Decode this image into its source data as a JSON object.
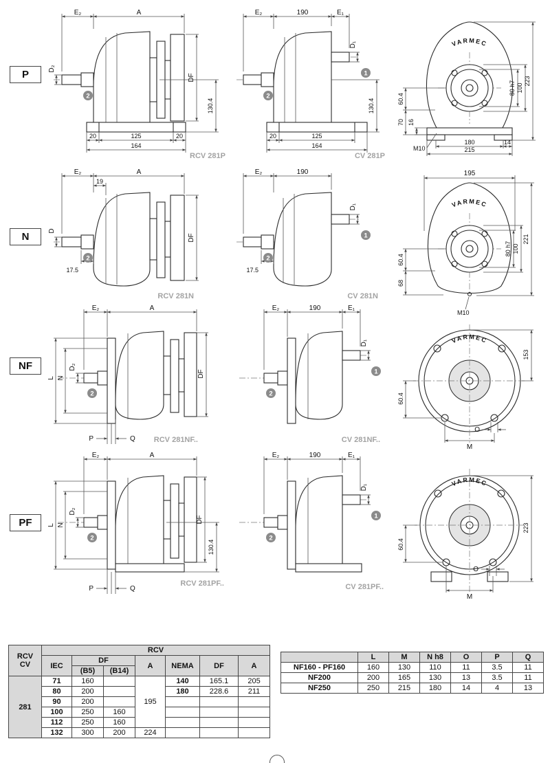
{
  "brand": "VARMEC",
  "rows": [
    {
      "label": "P",
      "rcv": {
        "e2": "E₂",
        "a": "A",
        "df": "DF",
        "h": "130.4",
        "d": "D₂",
        "m2": "2",
        "b1": "20",
        "b2": "125",
        "b3": "20",
        "b4": "164",
        "caption": "RCV 281P"
      },
      "cv": {
        "e2": "E₂",
        "mid": "190",
        "e1": "E₁",
        "d1": "D₁",
        "m1": "1",
        "m2": "2",
        "h": "130.4",
        "b1": "20",
        "b2": "125",
        "b4": "164",
        "caption": "CV 281P"
      },
      "front": {
        "right": "223",
        "l1": "60.4",
        "l2": "70",
        "s1": "80 h7",
        "s2": "100",
        "t16": "16",
        "m10": "M10",
        "b180": "180",
        "b14": "14",
        "b215": "215"
      }
    },
    {
      "label": "N",
      "rcv": {
        "e2": "E₂",
        "a": "A",
        "n19": "19",
        "df": "DF",
        "d": "D",
        "m2": "2",
        "n175": "17.5",
        "caption": "RCV 281N"
      },
      "cv": {
        "e2": "E₂",
        "mid": "190",
        "d1": "D₁",
        "m1": "1",
        "m2": "2",
        "n175": "17.5",
        "caption": "CV 281N"
      },
      "front": {
        "top": "195",
        "right": "221",
        "l1": "60.4",
        "l2": "68",
        "s1": "80 h7",
        "s2": "100",
        "m10": "M10"
      }
    },
    {
      "label": "NF",
      "rcv": {
        "e2": "E₂",
        "a": "A",
        "df": "DF",
        "dimL": "L",
        "dimN": "N",
        "d": "D₂",
        "m2": "2",
        "dimP": "P",
        "dimQ": "Q",
        "caption": "RCV 281NF.."
      },
      "cv": {
        "e2": "E₂",
        "mid": "190",
        "e1": "E₁",
        "d1": "D₁",
        "m1": "1",
        "m2": "2",
        "caption": "CV 281NF.."
      },
      "front": {
        "right": "153",
        "l1": "60.4",
        "dimO": "O",
        "dimM": "M"
      }
    },
    {
      "label": "PF",
      "rcv": {
        "e2": "E₂",
        "a": "A",
        "df": "DF",
        "h": "130.4",
        "dimL": "L",
        "dimN": "N",
        "d": "D₂",
        "m2": "2",
        "dimP": "P",
        "dimQ": "Q",
        "caption": "RCV 281PF.."
      },
      "cv": {
        "e2": "E₂",
        "mid": "190",
        "e1": "E₁",
        "d1": "D₁",
        "m1": "1",
        "m2": "2",
        "caption": "CV 281PF.."
      },
      "front": {
        "right": "223",
        "l1": "60.4",
        "dimO": "O",
        "dimM": "M"
      }
    }
  ],
  "table_rcv": {
    "title": "RCV",
    "stub_line1": "RCV",
    "stub_line2": "CV",
    "h_iec": "IEC",
    "h_df": "DF",
    "h_b5": "(B5)",
    "h_b14": "(B14)",
    "h_a": "A",
    "h_nema": "NEMA",
    "h_df2": "DF",
    "h_a2": "A",
    "stub_body": "281",
    "a_merged": "195",
    "rows": [
      {
        "iec": "71",
        "b5": "160",
        "b14": "",
        "nema": "140",
        "df": "165.1",
        "a2": "205"
      },
      {
        "iec": "80",
        "b5": "200",
        "b14": "",
        "nema": "180",
        "df": "228.6",
        "a2": "211"
      },
      {
        "iec": "90",
        "b5": "200",
        "b14": "",
        "nema": "",
        "df": "",
        "a2": ""
      },
      {
        "iec": "100",
        "b5": "250",
        "b14": "160",
        "nema": "",
        "df": "",
        "a2": ""
      },
      {
        "iec": "112",
        "b5": "250",
        "b14": "160",
        "nema": "",
        "df": "",
        "a2": ""
      },
      {
        "iec": "132",
        "b5": "300",
        "b14": "200",
        "a": "224",
        "nema": "",
        "df": "",
        "a2": ""
      }
    ]
  },
  "table_nf": {
    "headers": {
      "name": "",
      "l": "L",
      "m": "M",
      "n": "N h8",
      "o": "O",
      "p": "P",
      "q": "Q"
    },
    "rows": [
      {
        "name": "NF160 - PF160",
        "l": "160",
        "m": "130",
        "n": "110",
        "o": "11",
        "p": "3.5",
        "q": "11"
      },
      {
        "name": "NF200",
        "l": "200",
        "m": "165",
        "n": "130",
        "o": "13",
        "p": "3.5",
        "q": "11"
      },
      {
        "name": "NF250",
        "l": "250",
        "m": "215",
        "n": "180",
        "o": "14",
        "p": "4",
        "q": "13"
      }
    ]
  }
}
